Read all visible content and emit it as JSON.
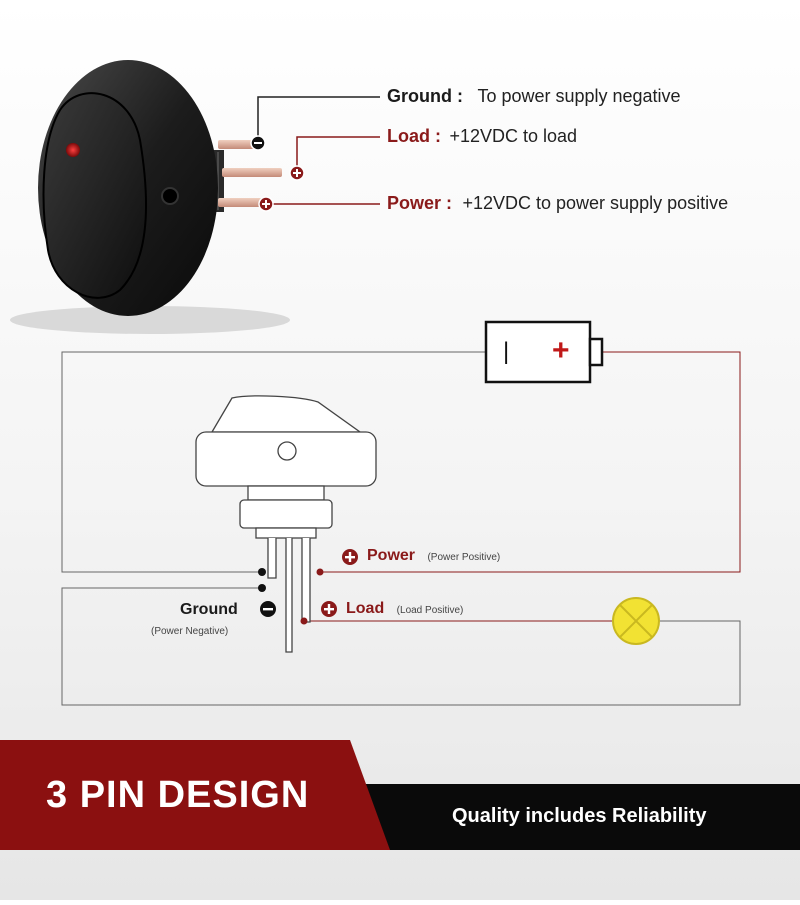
{
  "callouts": {
    "ground": {
      "name": "Ground :",
      "desc": "To power supply negative"
    },
    "load": {
      "name": "Load :",
      "desc": "+12VDC to load"
    },
    "power": {
      "name": "Power :",
      "desc": "+12VDC to power supply positive"
    }
  },
  "battery": {
    "negative": "|",
    "positive": "+"
  },
  "wiring": {
    "power": {
      "name": "Power",
      "sub": "(Power Positive)"
    },
    "load": {
      "name": "Load",
      "sub": "(Load Positive)"
    },
    "ground": {
      "name": "Ground",
      "sub": "(Power Negative)"
    }
  },
  "banner": {
    "title": "3 PIN DESIGN",
    "tagline": "Quality includes Reliability"
  },
  "colors": {
    "accent_red": "#8a1a1a",
    "banner_red": "#8b1010",
    "banner_black": "#0a0a0a",
    "lamp": "#f2e233"
  },
  "icons": {
    "minus": "minus-circle-icon",
    "plus": "plus-circle-icon",
    "lamp": "lamp-icon",
    "battery": "battery-icon"
  }
}
